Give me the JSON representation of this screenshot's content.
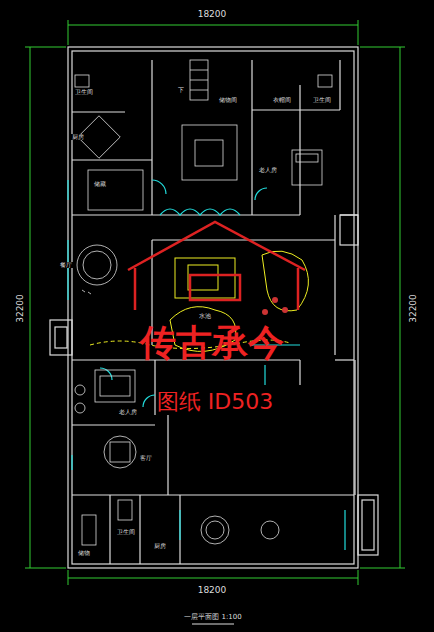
{
  "diagram": {
    "caption": "一层平面图 1:100",
    "labels": [
      "18200",
      "18200",
      "32200",
      "32200",
      "传古承今",
      "图纸 ID503",
      "卫生间",
      "厨房",
      "储藏",
      "下",
      "储物间",
      "衣帽间",
      "卫生间",
      "老人房",
      "餐厅",
      "水池",
      "老人房",
      "客厅",
      "储物",
      "卫生间",
      "厨房"
    ]
  }
}
